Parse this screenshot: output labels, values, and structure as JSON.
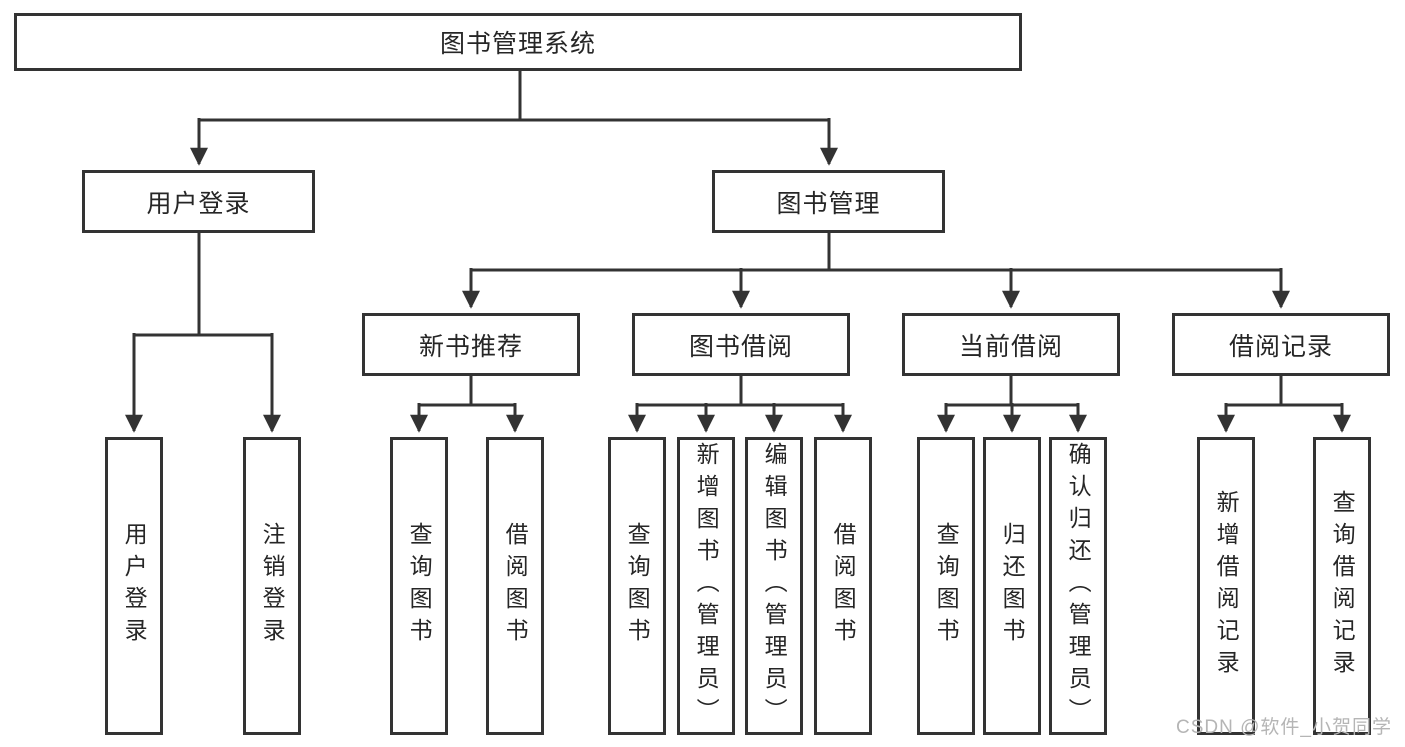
{
  "title": "图书管理系统",
  "colors": {
    "line": "#333333",
    "text": "#262626",
    "box_background": "#ffffff",
    "watermark": "#b5b5b5"
  },
  "tree": {
    "root": {
      "label": "图书管理系统"
    },
    "branches": [
      {
        "label": "用户登录",
        "children": [
          {
            "label": "用户登录"
          },
          {
            "label": "注销登录"
          }
        ]
      },
      {
        "label": "图书管理",
        "groups": [
          {
            "label": "新书推荐",
            "children": [
              {
                "label": "查询图书"
              },
              {
                "label": "借阅图书"
              }
            ]
          },
          {
            "label": "图书借阅",
            "children": [
              {
                "label": "查询图书"
              },
              {
                "label": "新增图书（管理员）"
              },
              {
                "label": "编辑图书（管理员）"
              },
              {
                "label": "借阅图书"
              }
            ]
          },
          {
            "label": "当前借阅",
            "children": [
              {
                "label": "查询图书"
              },
              {
                "label": "归还图书"
              },
              {
                "label": "确认归还（管理员）"
              }
            ]
          },
          {
            "label": "借阅记录",
            "children": [
              {
                "label": "新增借阅记录"
              },
              {
                "label": "查询借阅记录"
              }
            ]
          }
        ]
      }
    ]
  },
  "watermark": {
    "text": "CSDN @软件_小贺同学"
  }
}
